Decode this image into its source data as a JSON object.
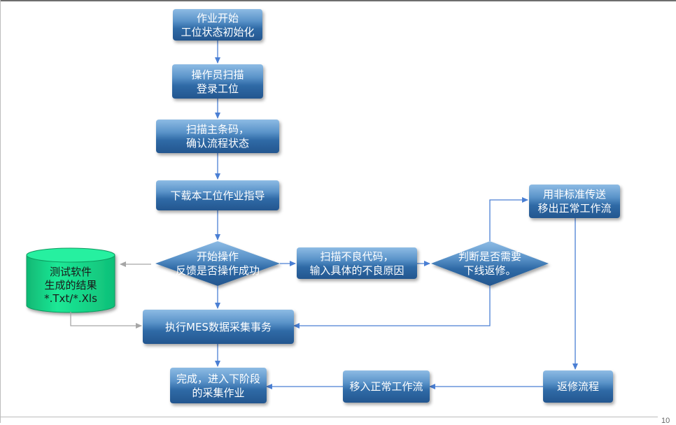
{
  "diagram": {
    "nodes": {
      "start": "作业开始\n工位状态初始化",
      "login": "操作员扫描\n登录工位",
      "scan_main": "扫描主条码，\n确认流程状态",
      "download": "下载本工位作业指导",
      "decision_start": "开始操作\n反馈是否操作成功",
      "scan_defect": "扫描不良代码，\n输入具体的不良原因",
      "decision_offline": "判断是否需要\n下线返修。",
      "transfer_out": "用非标准传送\n移出正常工作流",
      "test_result": "测试软件\n生成的结果\n*.Txt/*.Xls",
      "mes_collect": "执行MES数据采集事务",
      "complete": "完成，进入下阶段\n的采集作业",
      "move_in": "移入正常工作流",
      "repair": "返修流程"
    },
    "page_number": "10",
    "colors": {
      "node_dark": "#23568f",
      "node_light": "#8dbbe4",
      "arrow": "#4a7fd4",
      "gray_arrow": "#a6a6a6",
      "database": "#16d98a"
    }
  }
}
